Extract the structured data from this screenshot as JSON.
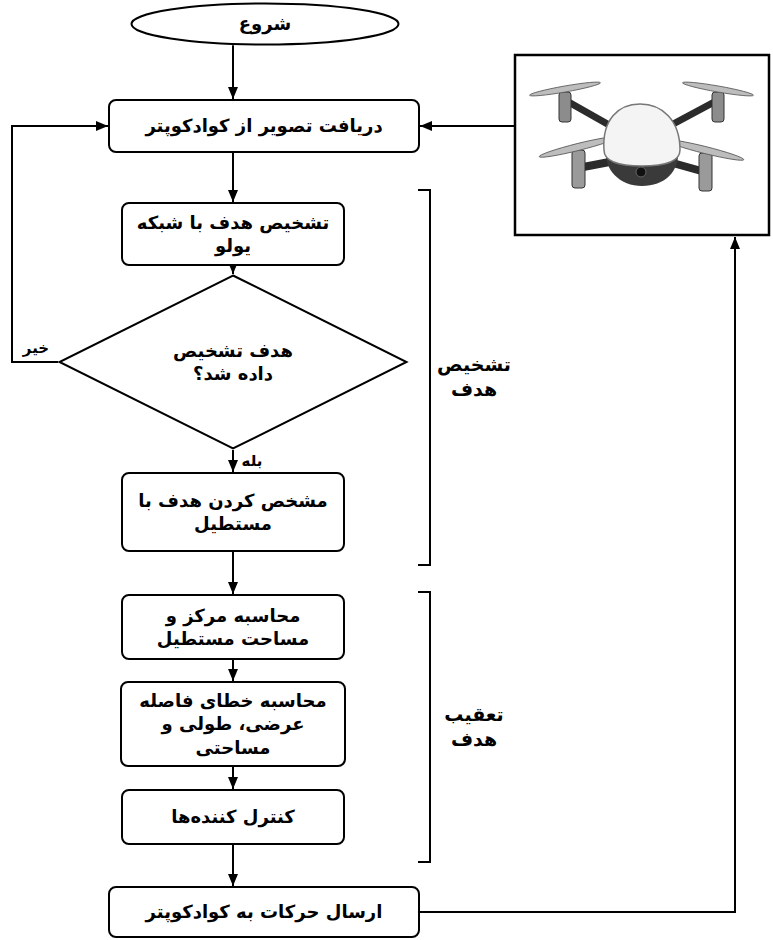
{
  "diagram": {
    "nodes": [
      {
        "text": [
          "شروع"
        ]
      },
      {
        "text": [
          "دریافت تصویر از کوادکوپتر"
        ]
      },
      {
        "text": [
          "تشخیص هدف با شبکه یولو"
        ]
      },
      {
        "text": [
          "هدف تشخیص داده شد؟"
        ]
      },
      {
        "text": [
          "مشخص کردن هدف با مستطیل"
        ]
      },
      {
        "text": [
          "محاسبه مرکز و مساحت مستطیل"
        ]
      },
      {
        "text": [
          "محاسبه خطای فاصله عرضی، طولی و مساحتی"
        ]
      },
      {
        "text": [
          "کنترل کننده‌ها"
        ]
      },
      {
        "text": [
          "ارسال حرکات به کوادکوپتر"
        ]
      }
    ],
    "edges": [
      {
        "from": 0,
        "to": 1,
        "arrow": "to"
      },
      {
        "from": 1,
        "to": 2,
        "arrow": "to"
      },
      {
        "from": 2,
        "to": 3,
        "arrow": "to"
      },
      {
        "from": 3,
        "to": 1,
        "label": "خیر",
        "arrow": "to"
      },
      {
        "from": 3,
        "to": 4,
        "label": "بله",
        "arrow": "to"
      },
      {
        "from": 4,
        "to": 5,
        "arrow": "to"
      },
      {
        "from": 5,
        "to": 6,
        "arrow": "to"
      },
      {
        "from": 6,
        "to": 7,
        "arrow": "to"
      },
      {
        "from": 7,
        "to": 8,
        "arrow": "to"
      }
    ],
    "labels": [
      "تشخیص هدف",
      "تعقیب هدف"
    ]
  }
}
